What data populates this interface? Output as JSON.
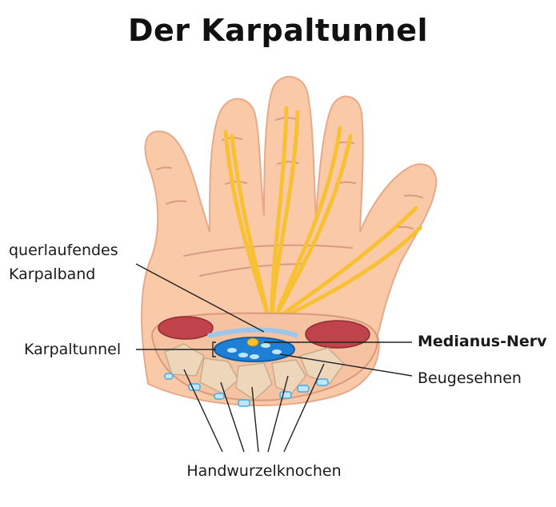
{
  "title": "Der Karpaltunnel",
  "labels": {
    "querlaufendes_line1": "querlaufendes",
    "querlaufendes_line2": "Karpalband",
    "karpaltunnel": "Karpaltunnel",
    "medianus_nerv": "Medianus-Nerv",
    "beugesehnen": "Beugesehnen",
    "handwurzelknochen": "Handwurzelknochen"
  },
  "colors": {
    "skin": "#f9c9a8",
    "skin_outline": "#e6a98a",
    "nerve": "#f8c133",
    "tunnel_blue": "#1f7fd4",
    "tendon_light": "#bfe6fb",
    "muscle": "#c0434c",
    "bone": "#eed6ba"
  }
}
